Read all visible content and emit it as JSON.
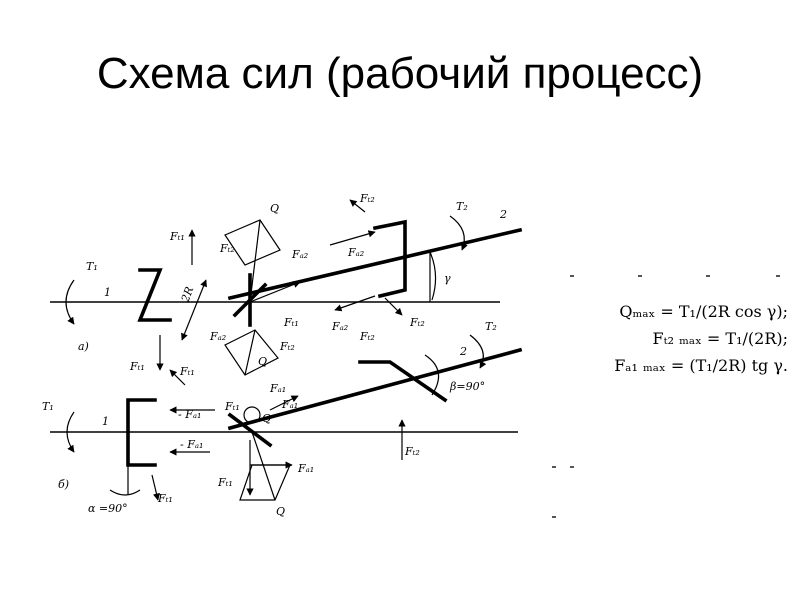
{
  "slide": {
    "title": "Схема сил (рабочий процесс)"
  },
  "formulas": [
    "Qₘₐₓ = T₁/(2R cos γ);",
    "Fₜ₂ ₘₐₓ = T₁/(2R);",
    "Fₐ₁ ₘₐₓ = (T₁/2R) tg γ."
  ],
  "diagram": {
    "labels": {
      "part_a": "а)",
      "part_b": "б)",
      "shaft1": "1",
      "shaft2": "2",
      "T1": "T₁",
      "T2": "T₂",
      "Q": "Q",
      "Ft1": "Fₜ₁",
      "Ft2": "Fₜ₂",
      "Fa1": "Fₐ₁",
      "Fa2": "Fₐ₂",
      "minusFa1": "- Fₐ₁",
      "gamma": "γ",
      "twoR": "2R",
      "alpha": "α =90°",
      "beta": "β=90°"
    }
  }
}
